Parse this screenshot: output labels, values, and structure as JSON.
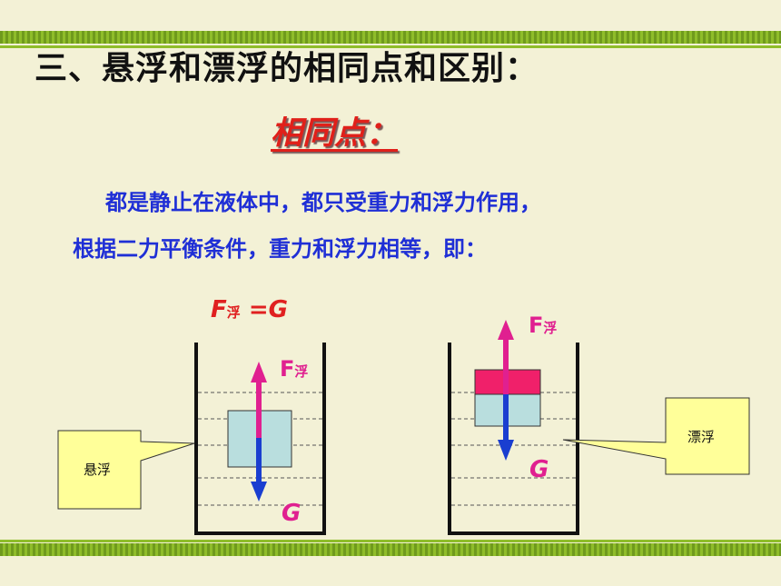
{
  "title": "三、悬浮和漂浮的相同点和区别：",
  "subtitle": "相同点：",
  "paragraph": {
    "line1": "都是静止在液体中，都只受重力和浮力作用，",
    "line2": "根据二力平衡条件，重力和浮力相等，即："
  },
  "formula": {
    "f": "F",
    "sub": "浮",
    "rest": " =G"
  },
  "left_diagram": {
    "force_up": {
      "f": "F",
      "sub": "浮"
    },
    "force_down": "G",
    "callout": "悬浮"
  },
  "right_diagram": {
    "force_up": {
      "f": "F",
      "sub": "浮"
    },
    "force_down": "G",
    "callout": "漂浮"
  },
  "colors": {
    "background": "#f3f1d6",
    "band_green": "#8fbd2a",
    "title_text": "#111111",
    "subtitle_red": "#e0201a",
    "paragraph_blue": "#1f2fd6",
    "force_pink": "#e02090",
    "gravity_arrow_blue": "#1a3ed0",
    "block_light_blue": "#b9dede",
    "block_top_pink": "#f0206a",
    "callout_fill": "#ffff99"
  }
}
